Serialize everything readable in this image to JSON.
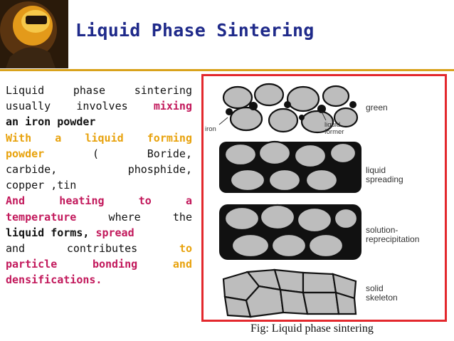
{
  "title": "Liquid Phase Sintering",
  "body": {
    "line1": "Liquid phase sintering",
    "line2a": "usually involves",
    "line2b": "mixing",
    "line3": "an iron powder",
    "line4": "With a liquid forming",
    "line5a": "powder",
    "line5b": "(",
    "line5c": "Boride,",
    "line6a": "carbide,",
    "line6b": "phosphide,",
    "line7": "copper ,tin",
    "line8": "And heating to a",
    "line9a": "temperature",
    "line9b": "where the",
    "line10a": "liquid forms,",
    "line10b": "spread",
    "line11a": "and contributes",
    "line11b": "to",
    "line12a": "particle bonding",
    "line12b": "and",
    "line13": "densifications."
  },
  "figure": {
    "stages": [
      "green",
      "liquid spreading",
      "solution-reprecipitation",
      "solid skeleton"
    ],
    "labels": {
      "iron": "iron",
      "liquid_former": "liquid former"
    },
    "caption": "Fig: Liquid phase sintering"
  },
  "colors": {
    "title": "#1f2a8a",
    "accent_magenta": "#c2185b",
    "accent_gold": "#e8a20c",
    "frame": "#e3282d",
    "divider": "#d9a21b"
  },
  "icons": {
    "corner": "welder-mask-icon"
  }
}
